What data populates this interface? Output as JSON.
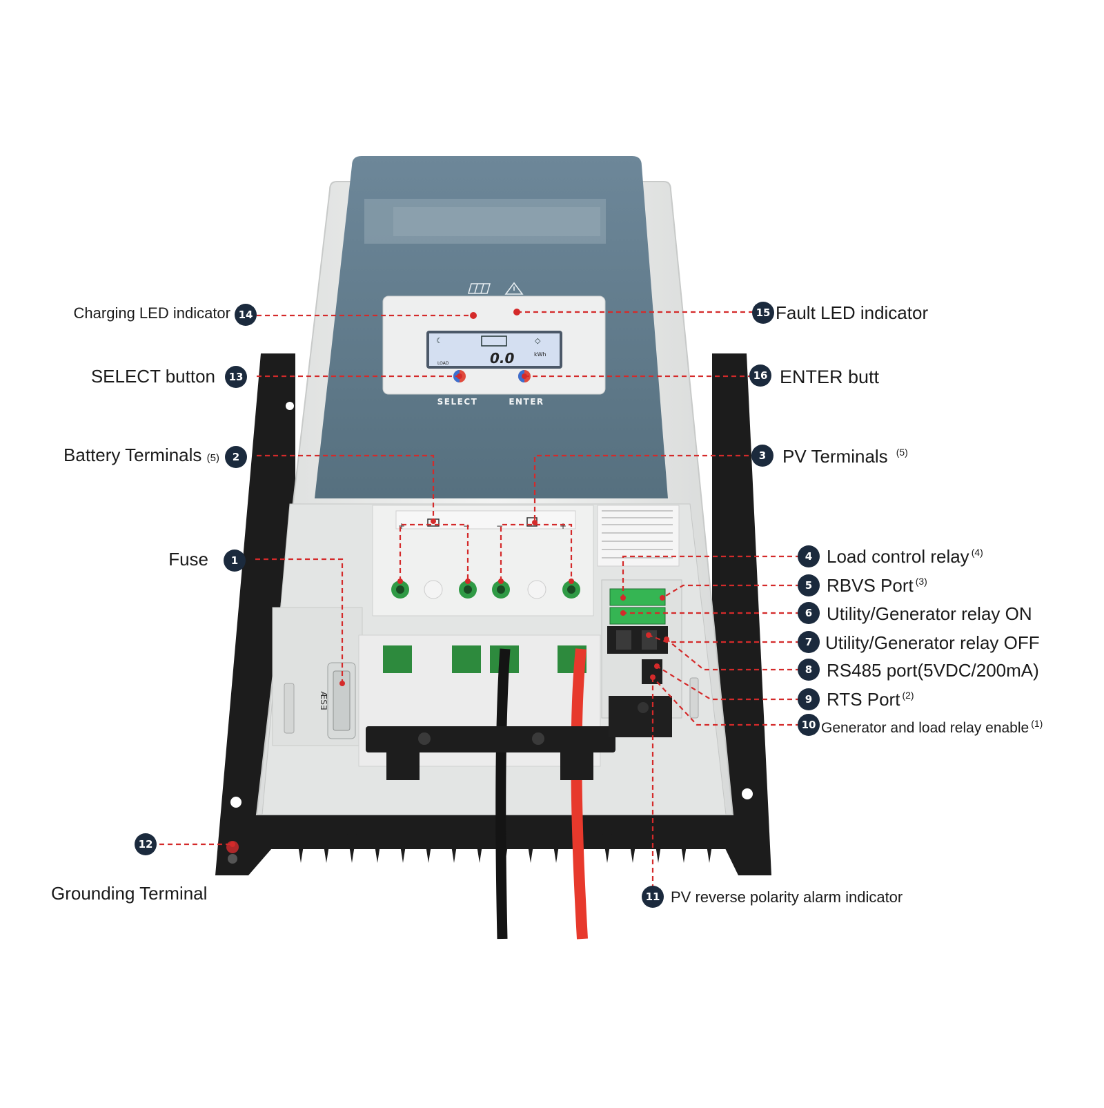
{
  "device": {
    "led_labels": {
      "charging_icon": "solar-panel-icon",
      "fault_icon": "warning-triangle-icon"
    },
    "lcd": {
      "reading": "0.0",
      "unit": "kWh",
      "mode": "LOAD"
    },
    "buttons": {
      "select": "SELECT",
      "enter": "ENTER"
    },
    "terminal_signs": {
      "battery_pos": "+",
      "battery_neg": "−",
      "pv_neg": "−",
      "pv_pos": "+"
    },
    "fuse_marking": "ÆS∃"
  },
  "callouts": [
    {
      "num": "1",
      "label": "Fuse",
      "note": ""
    },
    {
      "num": "2",
      "label": "Battery Terminals",
      "note": "(5)"
    },
    {
      "num": "3",
      "label": "PV Terminals",
      "note": "(5)"
    },
    {
      "num": "4",
      "label": "Load control relay",
      "note": "(4)"
    },
    {
      "num": "5",
      "label": "RBVS Port",
      "note": "(3)"
    },
    {
      "num": "6",
      "label": "Utility/Generator relay ON",
      "note": ""
    },
    {
      "num": "7",
      "label": "Utility/Generator relay OFF",
      "note": ""
    },
    {
      "num": "8",
      "label": "RS485 port(5VDC/200mA)",
      "note": ""
    },
    {
      "num": "9",
      "label": "RTS Port",
      "note": "(2)"
    },
    {
      "num": "10",
      "label": "Generator and load relay enable",
      "note": "(1)"
    },
    {
      "num": "11",
      "label": "PV reverse polarity alarm indicator",
      "note": ""
    },
    {
      "num": "12",
      "label": "Grounding Terminal",
      "note": ""
    },
    {
      "num": "13",
      "label": "SELECT button",
      "note": ""
    },
    {
      "num": "14",
      "label": "Charging LED indicator",
      "note": ""
    },
    {
      "num": "15",
      "label": "Fault LED indicator",
      "note": ""
    },
    {
      "num": "16",
      "label": "ENTER butt",
      "note": ""
    }
  ],
  "colors": {
    "leader": "#d42a2a",
    "badge": "#1b2a3d",
    "front_panel": "#5f7b8f",
    "casing": "#e9ebea",
    "heatsink": "#1c1c1c",
    "terminal_green": "#2f9a45"
  }
}
